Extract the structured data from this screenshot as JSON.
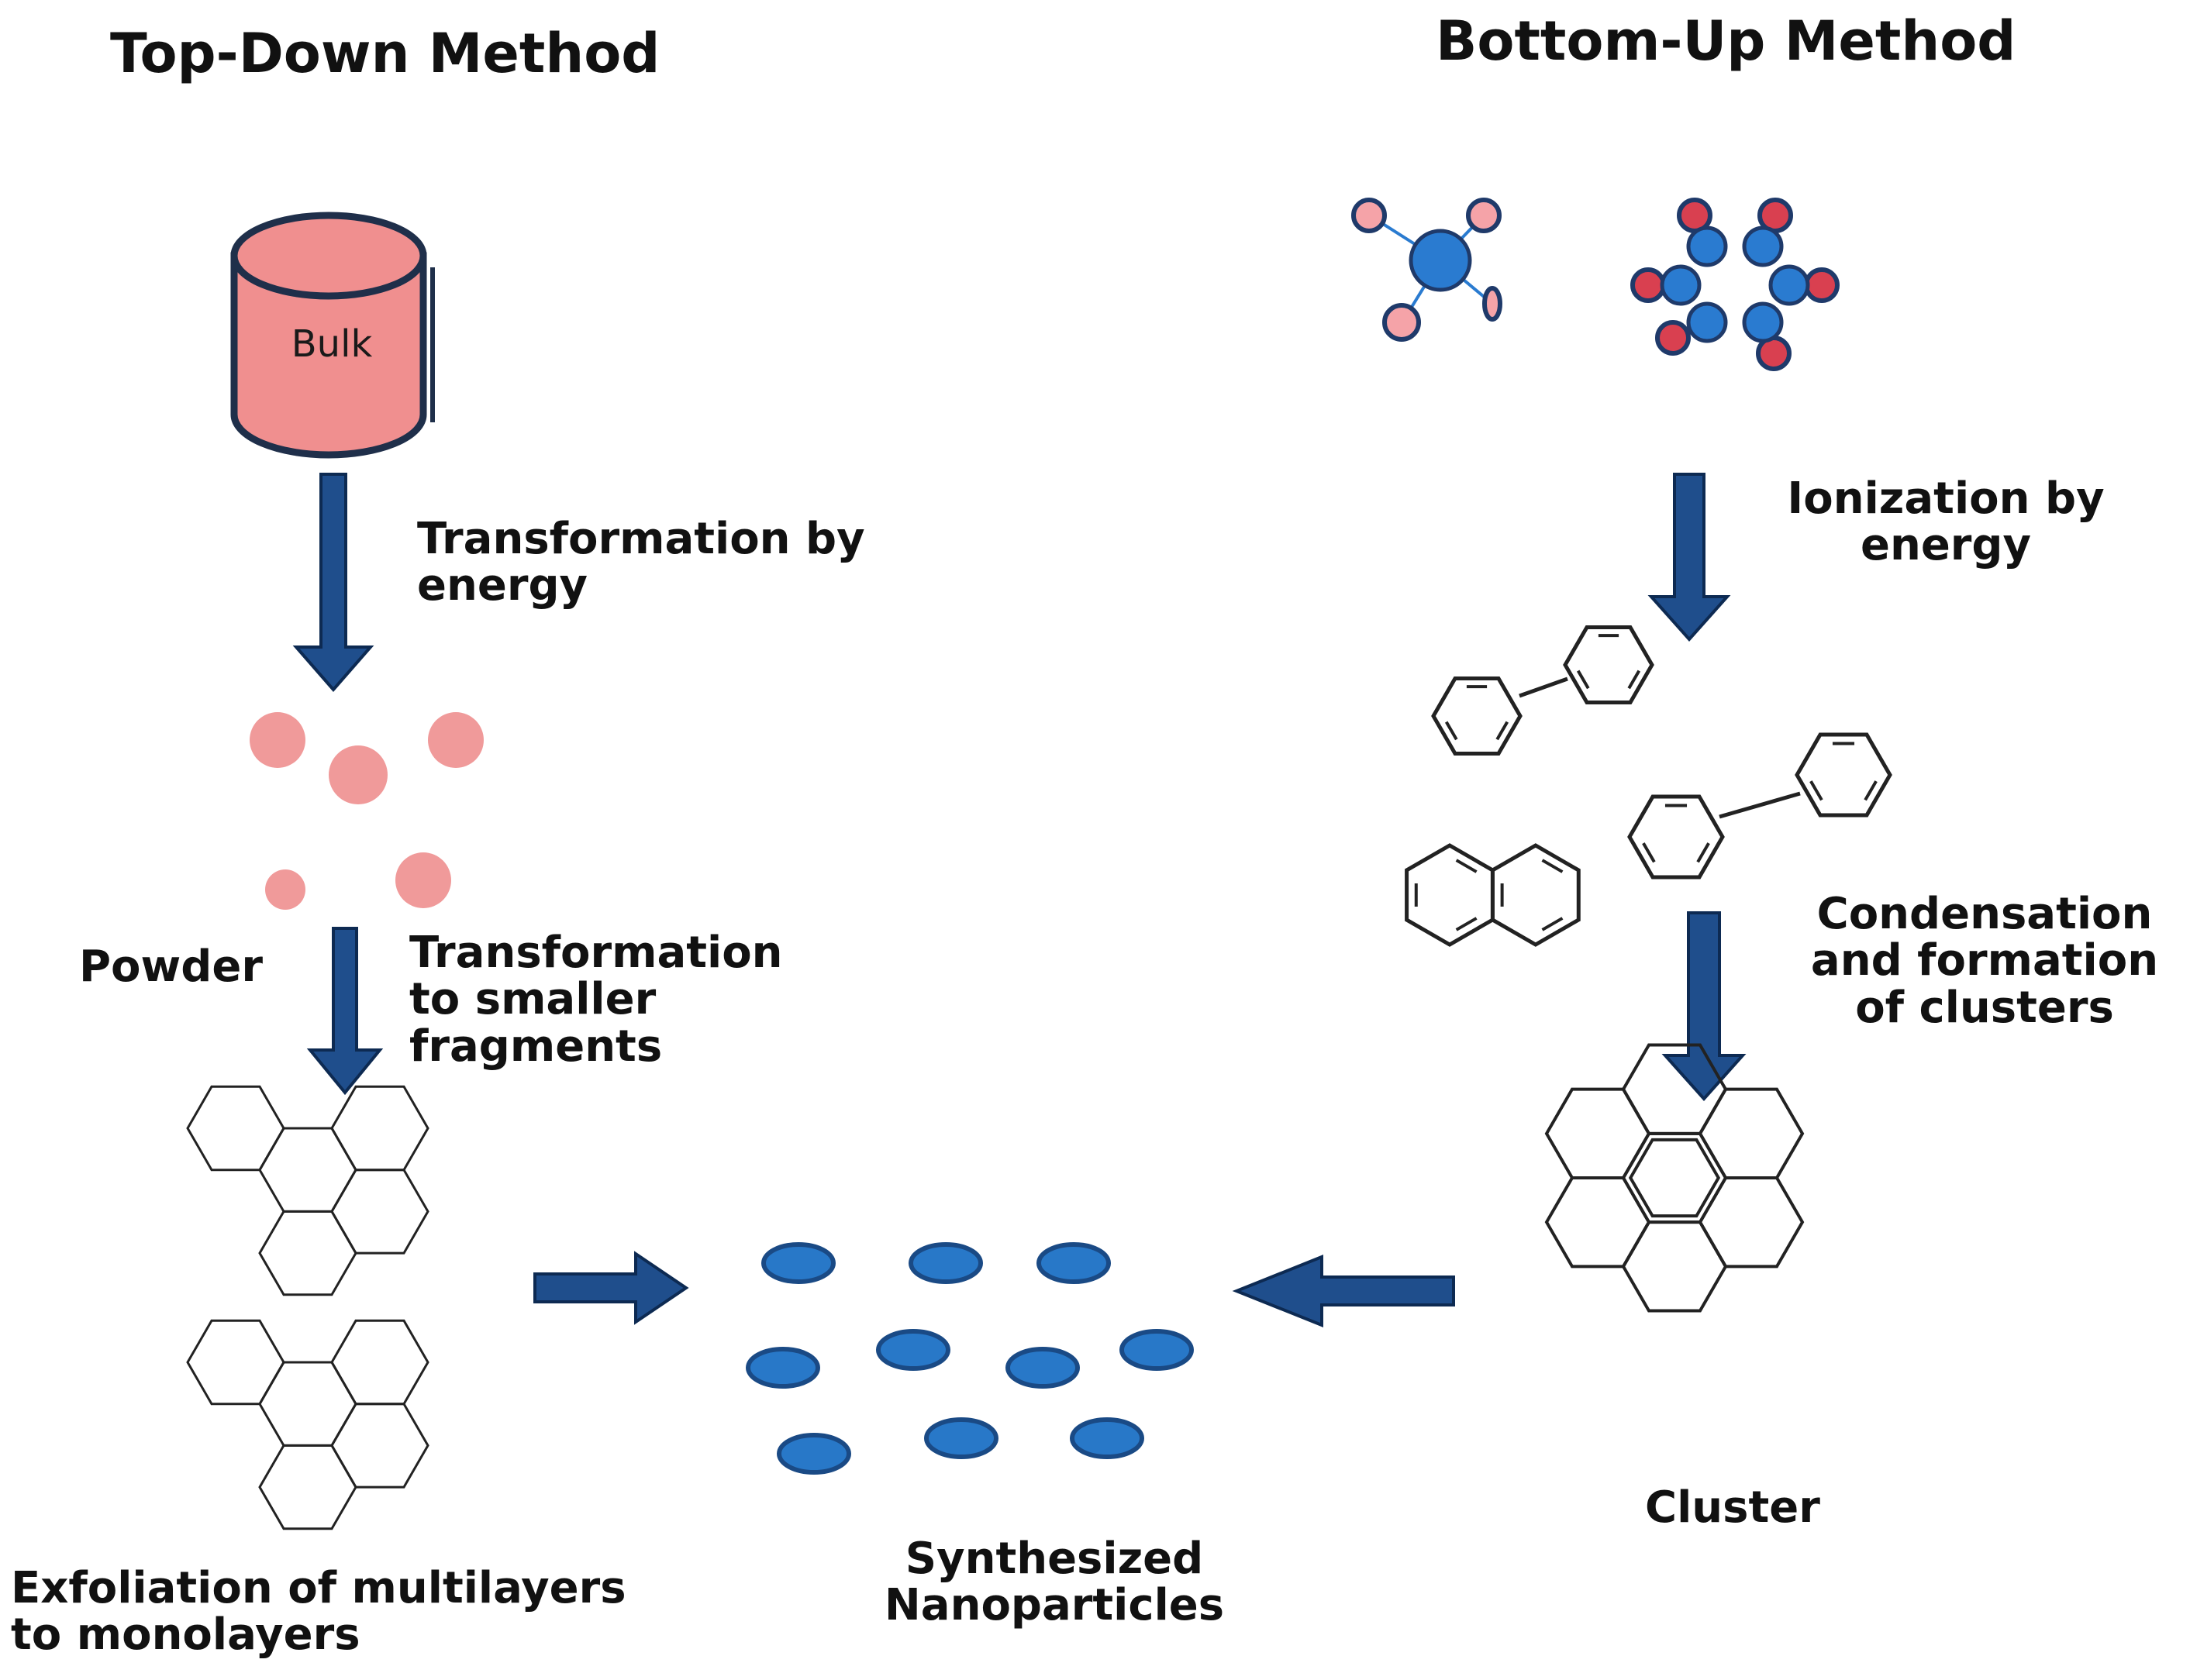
{
  "top_down": {
    "title": "Top-Down Method",
    "bulk_label": "Bulk",
    "step1": "Transformation by\nenergy",
    "powder_label": "Powder",
    "step2": "Transformation\nto smaller\nfragments",
    "step3": "Exfoliation of multilayers\nto monolayers"
  },
  "bottom_up": {
    "title": "Bottom-Up Method",
    "step1": "Ionization by\nenergy",
    "step2": "Condensation\nand formation\nof clusters",
    "cluster_label": "Cluster"
  },
  "result": {
    "label": "Synthesized\nNanoparticles"
  },
  "colors": {
    "arrow": "#1f4e8c",
    "arrow_edge": "#0d2a52",
    "bulk_fill": "#f08f8f",
    "outline": "#1f2f4a",
    "powder": "#f09a9a",
    "atom_blue": "#2a7bd0",
    "atom_red": "#d94050",
    "atom_pink": "#f5a3a8",
    "nanoparticle": "#2878c8",
    "line": "#222222"
  }
}
